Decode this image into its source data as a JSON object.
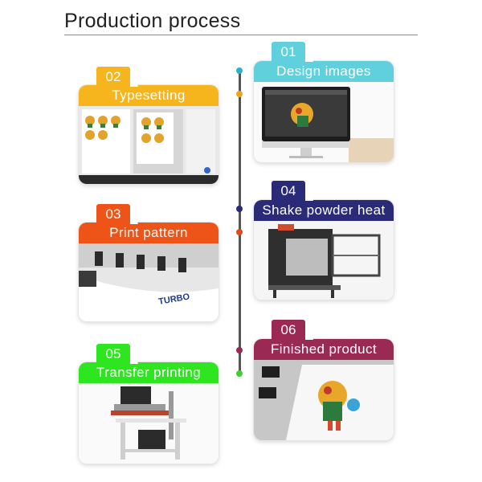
{
  "page": {
    "title": "Production process"
  },
  "steps": [
    {
      "num": "01",
      "label": "Design images",
      "color": "#5fd0dc",
      "dot": "#29b3c7"
    },
    {
      "num": "02",
      "label": "Typesetting",
      "color": "#f6b41d",
      "dot": "#f2a31b"
    },
    {
      "num": "03",
      "label": "Print pattern",
      "color": "#ee5418",
      "dot": "#e04a1a"
    },
    {
      "num": "04",
      "label": "Shake powder heat",
      "color": "#2a2a79",
      "dot": "#2a2a79"
    },
    {
      "num": "05",
      "label": "Transfer printing",
      "color": "#2ee61f",
      "dot": "#3fcf2e"
    },
    {
      "num": "06",
      "label": "Finished product",
      "color": "#9a2a53",
      "dot": "#9a2a53"
    }
  ],
  "images": {
    "design": "monitor-with-artwork",
    "typesetting": "screenshot-of-layout-software",
    "print": "dtf-printer-head-closeup",
    "powder": "powder-shaker-machine",
    "transfer": "heat-press-machine",
    "finished": "printed-t-shirt"
  }
}
